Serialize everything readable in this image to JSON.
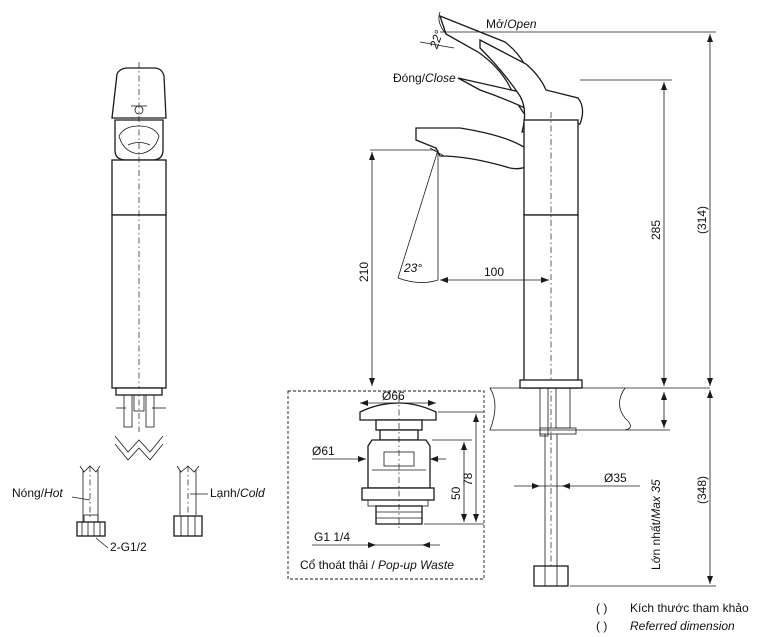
{
  "labels": {
    "open_vi": "Mở/",
    "open_en": "Open",
    "close_vi": "Đóng/",
    "close_en": "Close",
    "hot_vi": "Nóng/",
    "hot_en": "Hot",
    "cold_vi": "Lạnh/",
    "cold_en": "Cold",
    "inlet_thread": "2-G1/2",
    "popup_vi": "Cổ thoát thải / ",
    "popup_en": "Pop-up Waste",
    "max_vi": "Lớn nhất/",
    "max_en": "Max 35"
  },
  "dimensions": {
    "lever_angle": "22°",
    "spout_angle": "23°",
    "spout_height": "210",
    "spout_reach": "100",
    "lever_height": "285",
    "total_height": "(314)",
    "hose_length": "(348)",
    "hole_diameter": "Ø35",
    "waste_top_diameter": "Ø66",
    "waste_body_diameter": "Ø61",
    "waste_height_50": "50",
    "waste_height_78": "78",
    "waste_thread": "G1 1/4"
  },
  "legend": {
    "bracket": "(       )",
    "reference_vi": "Kích thước tham khảo",
    "reference_en": "Referred dimension"
  }
}
